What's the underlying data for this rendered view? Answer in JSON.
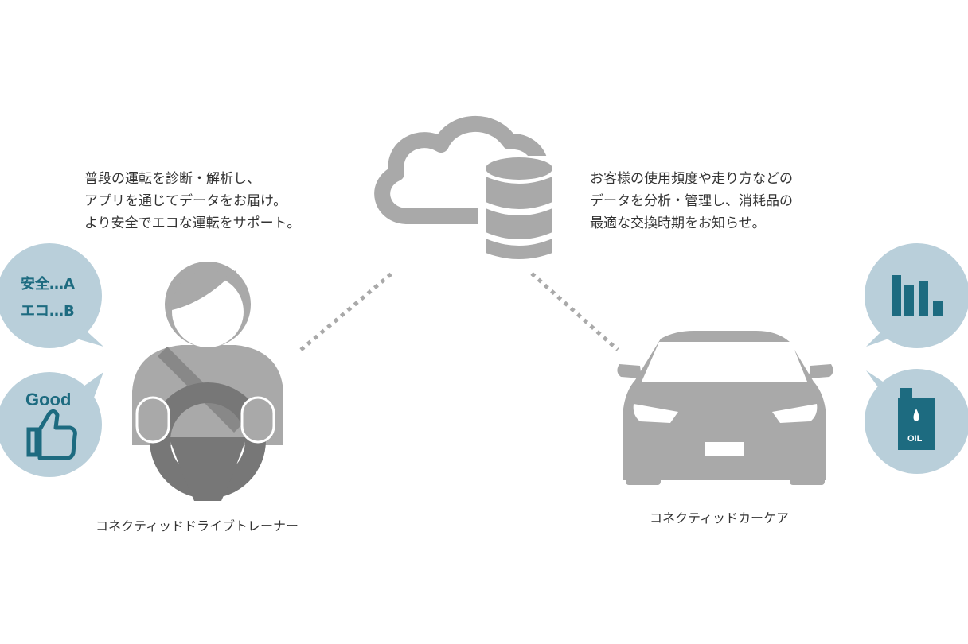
{
  "driver_description": {
    "lines": [
      "普段の運転を診断・解析し、",
      "アプリを通じてデータをお届け。",
      "より安全でエコな運転をサポート。"
    ]
  },
  "car_description": {
    "lines": [
      "お客様の使用頻度や走り方などの",
      "データを分析・管理し、消耗品の",
      "最適な交換時期をお知らせ。"
    ]
  },
  "driver_caption": "コネクティッドドライブトレーナー",
  "car_caption": "コネクティッドカーケア",
  "score_bubble": {
    "safety": "安全…A",
    "eco": "エコ…B"
  },
  "good_bubble": {
    "label": "Good"
  },
  "oil_bubble": {
    "label": "OIL"
  },
  "colors": {
    "gray": "#a9a9a9",
    "bubble": "#b9cfda",
    "accent": "#1d6b80"
  },
  "icons": [
    "cloud-icon",
    "database-icon",
    "driver-icon",
    "car-icon",
    "thumbs-up-icon",
    "bar-chart-icon",
    "oil-can-icon"
  ]
}
